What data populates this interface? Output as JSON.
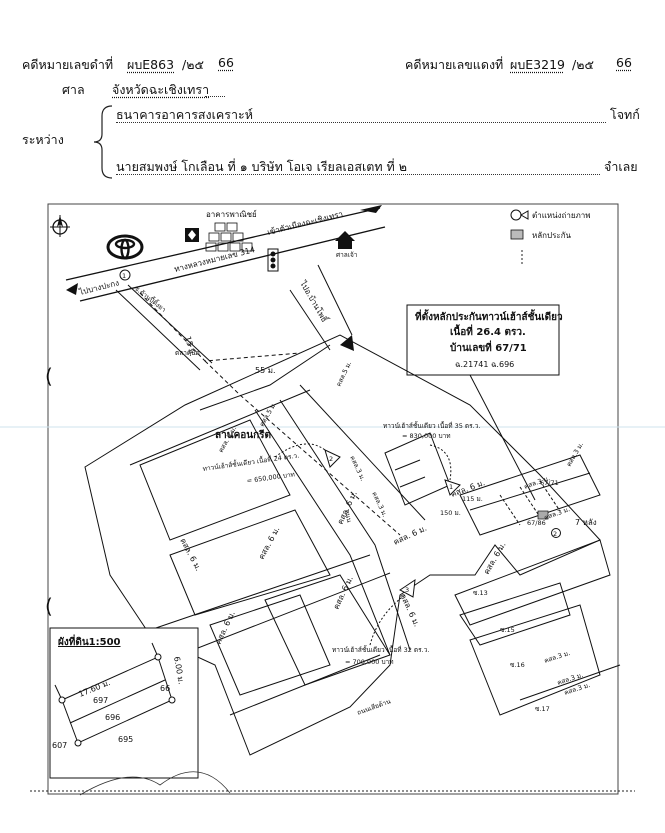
{
  "header": {
    "black_case_label": "คดีหมายเลขดำที่",
    "black_case_value": "ผบE863",
    "black_case_year": "/๒๕",
    "black_case_year_value": "66",
    "red_case_label": "คดีหมายเลขแดงที่",
    "red_case_value": "ผบE3219",
    "red_case_year": "/๒๕",
    "red_case_year_value": "66",
    "court_label": "ศาล",
    "court_value": "จังหวัดฉะเชิงเทรา",
    "between_label": "ระหว่าง",
    "plaintiff_name": "ธนาคารอาคารสงเคราะห์",
    "plaintiff_role": "โจทก์",
    "defendant_name": "นายสมพงษ์ โกเลือน ที่ ๑ บริษัท โอเจ เรียลเอสเตท ที่ ๒",
    "defendant_role": "จำเลย"
  },
  "map": {
    "landmarks": {
      "building": "อาคารพาณิชย์",
      "highway": "ทางหลวงหมายเลข 314",
      "to_city": "เข้าตัวเมืองฉะเชิงเทรา",
      "to_bang_pakong": "ไปบางปะกง",
      "to_ban_pho": "ไปอ.บ้านโพธิ์",
      "shrine": "ศาลเจ้า",
      "concrete_yard": "ลานคอนกรีต",
      "market": "ตลาดนัด",
      "pile_road": "ซ.ด้านปี้ติ้งยา",
      "right_road": "ถนน",
      "bottom_road": "ถนนเสียด้าน"
    },
    "legend": {
      "camera": "ตำแหน่งถ่ายภาพ",
      "collateral": "หลักประกัน"
    },
    "info_box": {
      "line1": "ที่ตั้งหลักประกันทาวน์เฮ้าส์ชั้นเดียว",
      "line2": "เนื้อที่ 26.4 ตรว.",
      "line3": "บ้านเลขที่ 67/71",
      "line4": "ฉ.21741 ฉ.696"
    },
    "road_labels": {
      "kssd6": "คสล. 6 ม.",
      "kssd5": "คสล. 5 ม.",
      "ks5": "คสล.5 ม.",
      "ks3": "คสล.3 ม."
    },
    "distances": {
      "d15": "15 ม.",
      "d55": "55 ม.",
      "d115": "115 ม.",
      "d150": "150 ม."
    },
    "townhouse_labels": {
      "th1_line1": "ทาวน์เฮ้าส์ชั้นเดียว เนื้อที่ 35 ตร.ว.",
      "th1_line2": "= 830,000 บาท",
      "th2_line1": "ทาวน์เฮ้าส์ชั้นเดียว เนื้อที่ 24 ตร.ว.",
      "th2_line2": "= 650,000 บาท",
      "th3_line1": "ทาวน์เฮ้าส์ชั้นเดียว เนื้อที่ 32 ตร.ว.",
      "th3_line2": "= 700,000 บาท"
    },
    "photo_points": [
      "1",
      "2",
      "3"
    ],
    "unit_labels": [
      "67/86",
      "67/71"
    ],
    "soi_labels": [
      "ซ.13",
      "ซ.15",
      "ซ.16",
      "ซ.17"
    ],
    "seven_house": "7 หลัง",
    "inset": {
      "title": "ผังที่ดิน1:500",
      "width": "17.60 ม.",
      "depth": "6.00 ม.",
      "parcels": [
        "697",
        "696",
        "695",
        "66",
        "607"
      ]
    }
  }
}
